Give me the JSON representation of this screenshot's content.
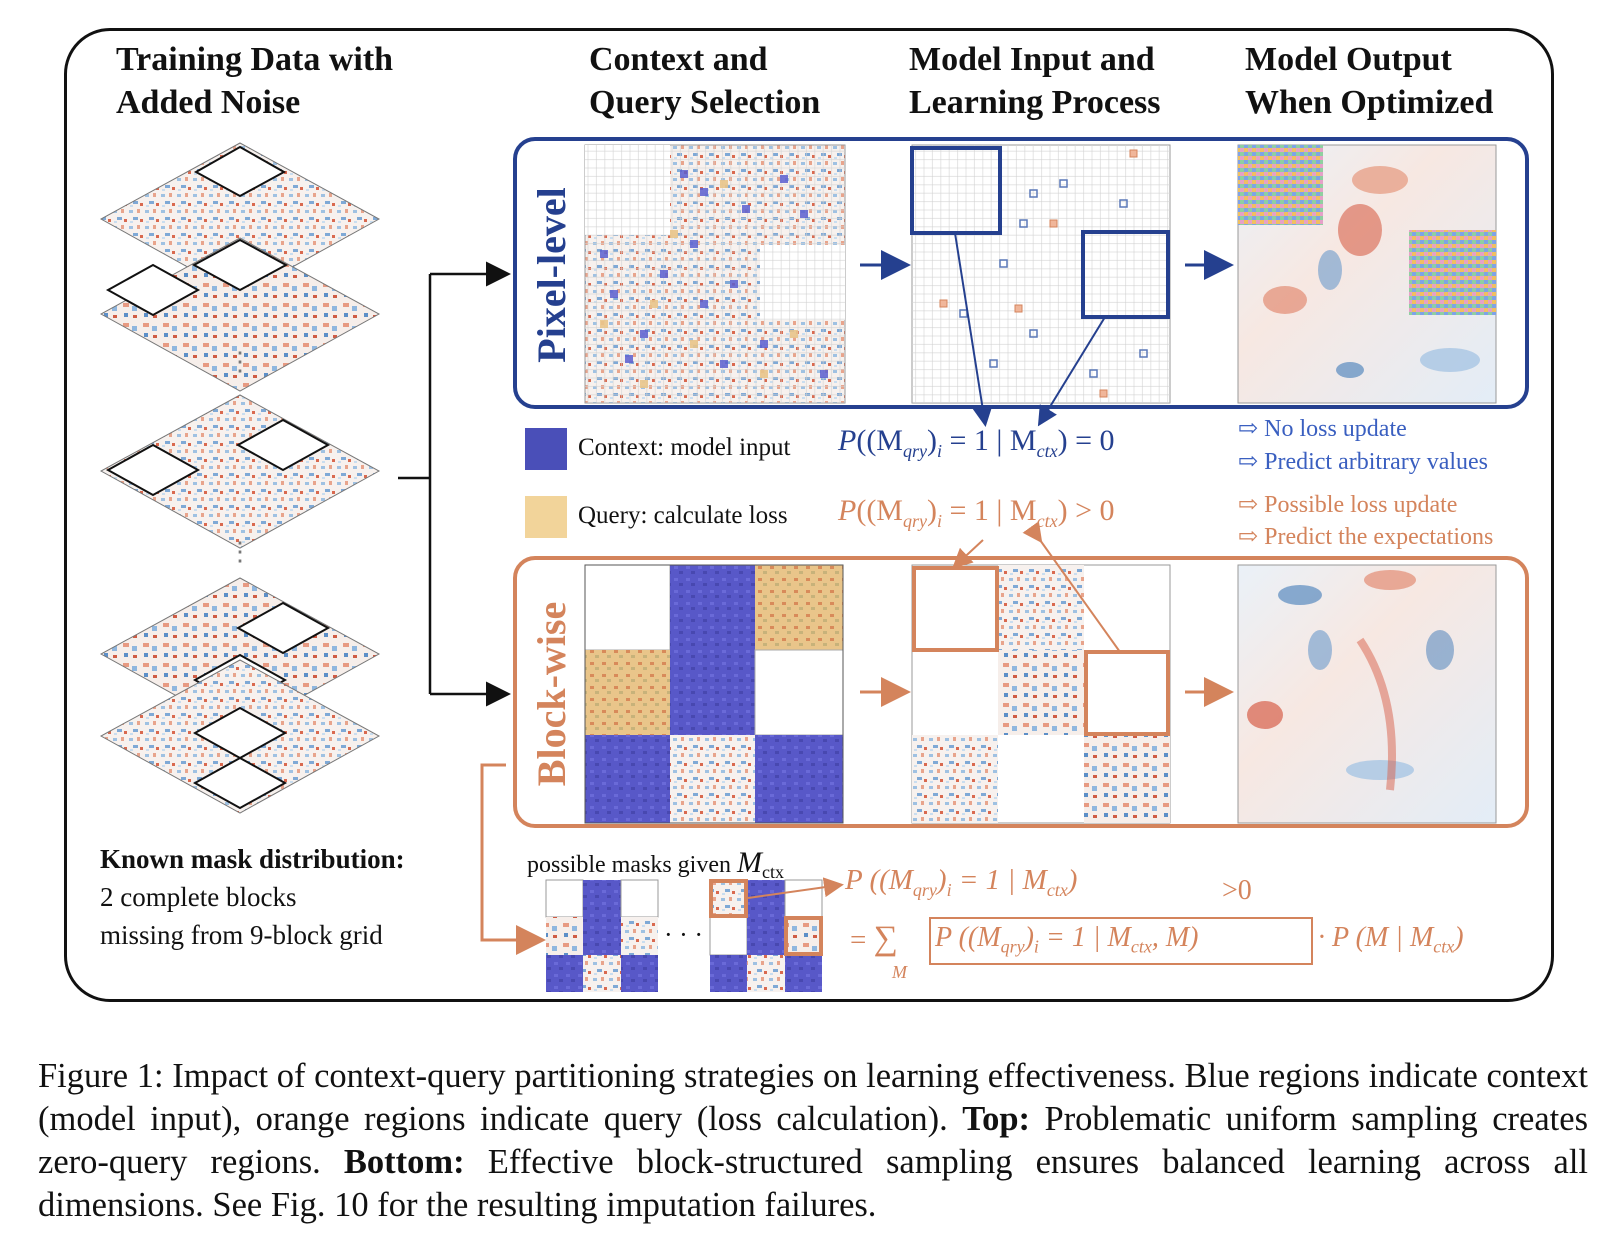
{
  "column_titles": {
    "training": "Training Data with\nAdded Noise",
    "selection": "Context and\nQuery Selection",
    "model_input": "Model Input and\nLearning Process",
    "model_output": "Model Output\nWhen Optimized"
  },
  "panels": {
    "pixel_label": "Pixel-level",
    "block_label": "Block-wise"
  },
  "legend": {
    "context_label": "Context: model input",
    "query_label": "Query: calculate loss",
    "context_color": "#4a4fb8",
    "query_color": "#f2d49a"
  },
  "formulas": {
    "context_P": "P",
    "context_open": "((M",
    "context_sub": "qry",
    "context_mid": ")",
    "context_i": "i",
    "context_rest": " = 1 | M",
    "context_sub2": "ctx",
    "context_end": ") = 0",
    "query_P": "P",
    "query_open": "((M",
    "query_sub": "qry",
    "query_mid": ")",
    "query_i": "i",
    "query_rest": " = 1 | M",
    "query_sub2": "ctx",
    "query_end": ") > 0"
  },
  "notes": {
    "no_loss": "⇨ No loss update",
    "arbitrary": "⇨ Predict arbitrary values",
    "possible_loss": "⇨ Possible loss update",
    "expectations": "⇨ Predict the expectations"
  },
  "known_mask": {
    "title": "Known mask distribution:",
    "line1": "2 complete blocks",
    "line2": "missing from 9-block grid"
  },
  "bottom_formula": {
    "possible_masks": "possible masks given",
    "m_ctx": "M",
    "m_ctx_sub": "ctx",
    "ellipsis": "· · ·",
    "gt_zero": ">0",
    "line1": "P ((M",
    "line1_sub": "qry",
    "line1_i": "i",
    "line1_rest": " = 1 | M",
    "line1_sub2": "ctx",
    "line1_end": ")",
    "eq": "=",
    "sum": "∑",
    "sum_sub": "M",
    "boxed": "P ((M",
    "boxed_sub": "qry",
    "boxed_i": "i",
    "boxed_rest": " = 1 | M",
    "boxed_sub2": "ctx",
    "boxed_end": ", M)",
    "tail": "· P (M | M",
    "tail_sub": "ctx",
    "tail_end": ")"
  },
  "caption": {
    "lead": "Figure 1:  Impact of context-query partitioning strategies on learning effectiveness.  Blue regions indicate context (model input), orange regions indicate query (loss calculation). ",
    "top_label": "Top:",
    "top_text": " Problematic uniform sampling creates zero-query regions. ",
    "bottom_label": "Bottom:",
    "bottom_text": " Effective block-structured sampling ensures balanced learning across all dimensions. See Fig. 10 for the resulting imputation failures."
  },
  "colors": {
    "pixel_blue": "#25408f",
    "block_orange": "#d4845c",
    "note_blue": "#3a5fc0",
    "note_orange": "#d4845c"
  }
}
